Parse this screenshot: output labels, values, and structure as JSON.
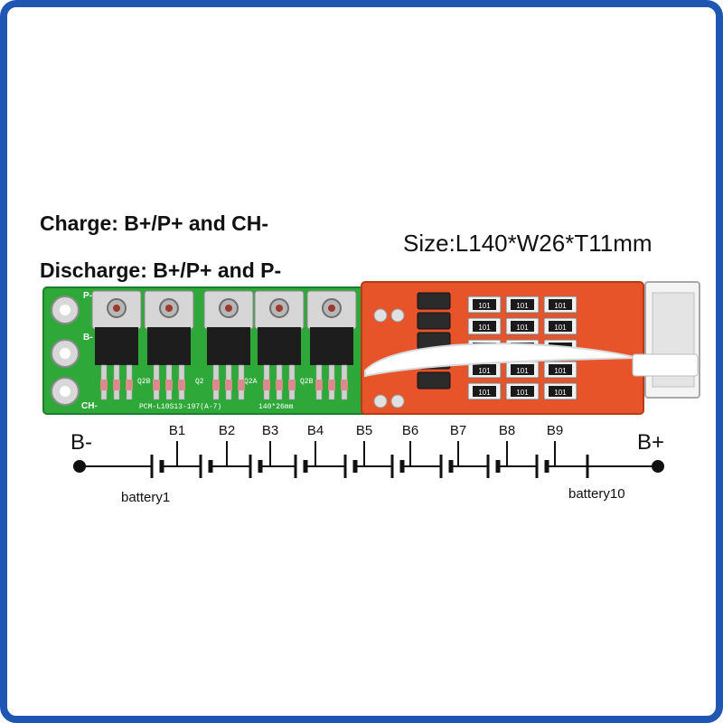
{
  "notes": {
    "charge": "Charge: B+/P+ and CH-",
    "discharge": "Discharge: B+/P+ and P-",
    "size": "Size:L140*W26*T11mm"
  },
  "board": {
    "pad_labels": [
      "P-",
      "B-",
      "CH-"
    ],
    "silkscreen_model": "PCM-L10S13-197(A-7)",
    "silkscreen_size": "140*26mm",
    "mosfet_labels": [
      "Q2B",
      "Q2",
      "Q2A",
      "Q2B"
    ],
    "resistor_code": "101",
    "colors": {
      "green_board": "#2fa83a",
      "orange_board": "#e8542a",
      "frame": "#1f56b3"
    }
  },
  "wiring": {
    "left_terminal": "B-",
    "right_terminal": "B+",
    "taps": [
      "B1",
      "B2",
      "B3",
      "B4",
      "B5",
      "B6",
      "B7",
      "B8",
      "B9"
    ],
    "first_cell": "battery1",
    "last_cell": "battery10"
  }
}
